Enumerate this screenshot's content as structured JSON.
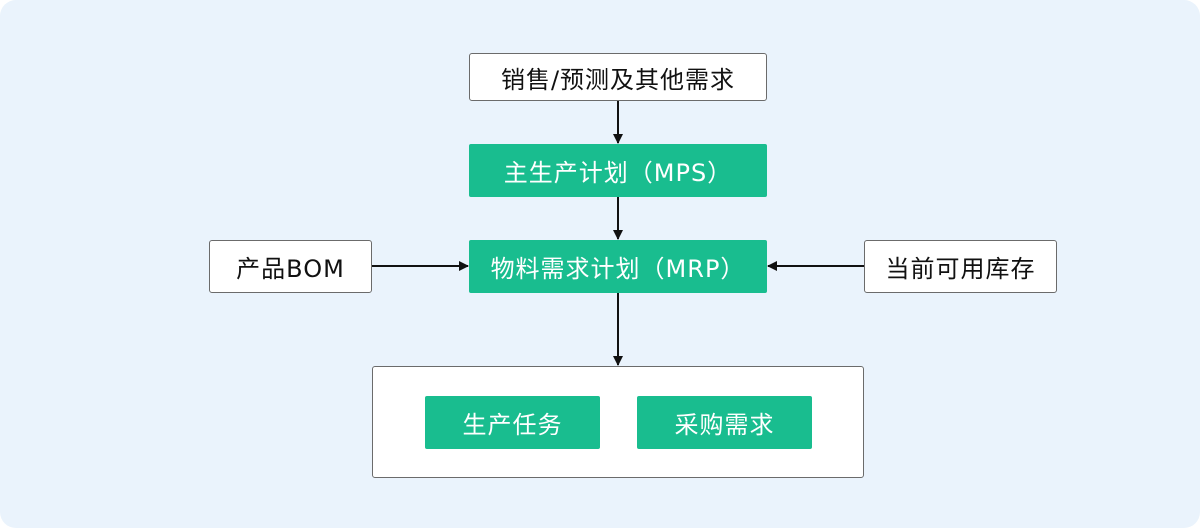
{
  "nodes": {
    "sales_forecast": "销售/预测及其他需求",
    "mps": "主生产计划（MPS）",
    "mrp": "物料需求计划（MRP）",
    "bom": "产品BOM",
    "inventory": "当前可用库存",
    "production_tasks": "生产任务",
    "purchase_demand": "采购需求"
  },
  "colors": {
    "background": "#eaf3fc",
    "accent_green": "#19bd8f",
    "border": "#6b6b6b",
    "arrow": "#111111"
  }
}
